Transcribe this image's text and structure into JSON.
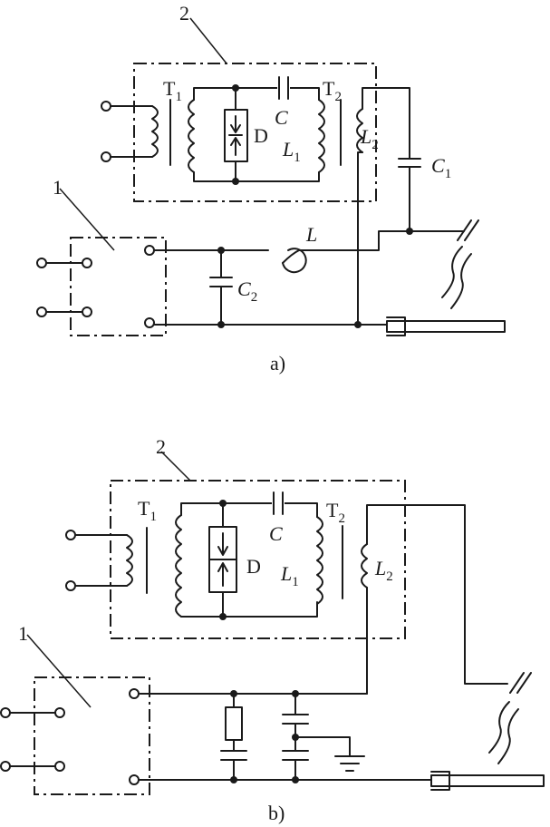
{
  "diagram_a": {
    "caption": "a)",
    "labels": {
      "box_2": "2",
      "box_1": "1",
      "T1": "T1",
      "T2": "T2",
      "D": "D",
      "C": "C",
      "L1": "L1",
      "L2": "L2",
      "C1": "C1",
      "C2": "C2",
      "L": "L"
    }
  },
  "diagram_b": {
    "caption": "b)",
    "labels": {
      "box_2": "2",
      "box_1": "1",
      "T1": "T1",
      "T2": "T2",
      "D": "D",
      "C": "C",
      "L1": "L1",
      "L2": "L2"
    }
  }
}
